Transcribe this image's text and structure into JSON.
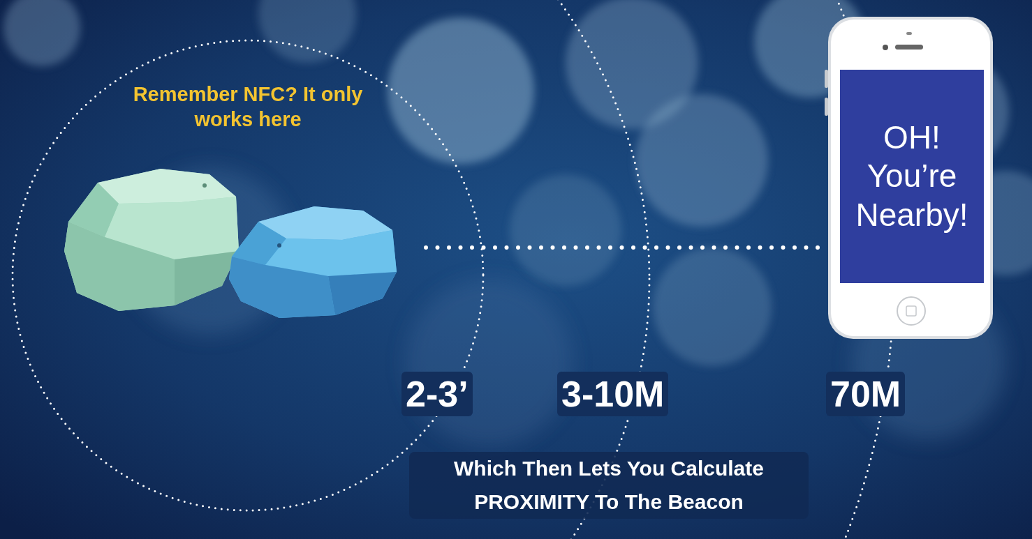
{
  "diagram": {
    "caption": "Which Then Lets You Calculate PROXIMITY To The Beacon",
    "nodes": [
      {
        "text": [
          "Remember NFC? It only works here"
        ]
      },
      {
        "text": [
          "OH! You’re Nearby!"
        ]
      }
    ],
    "labels": [
      "2-3’",
      "3-10M",
      "70M"
    ]
  }
}
